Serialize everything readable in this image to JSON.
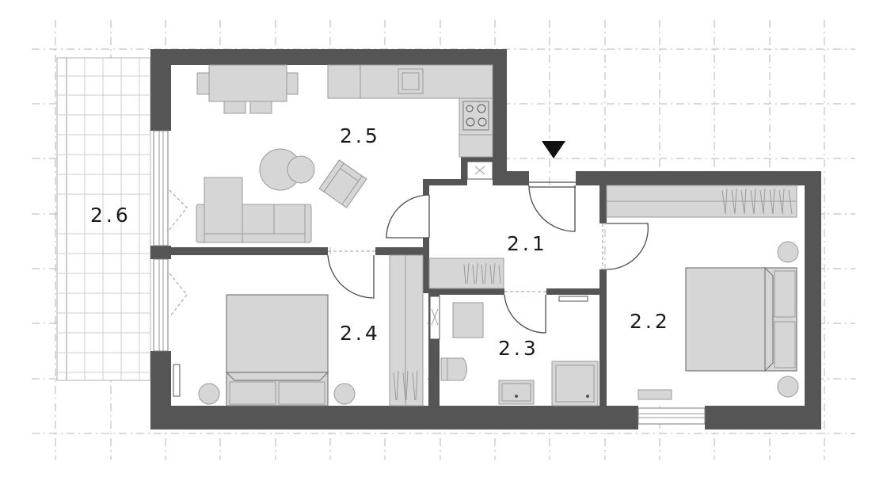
{
  "rooms": [
    {
      "id": "2.1",
      "label": "2.1"
    },
    {
      "id": "2.2",
      "label": "2.2"
    },
    {
      "id": "2.3",
      "label": "2.3"
    },
    {
      "id": "2.4",
      "label": "2.4"
    },
    {
      "id": "2.5",
      "label": "2.5"
    },
    {
      "id": "2.6",
      "label": "2.6"
    }
  ],
  "entrance_marker": "entrance-triangle-icon",
  "colors": {
    "wall": "#555555",
    "furniture": "#d6d6d6",
    "grid": "#b5b5b5",
    "background": "#ffffff"
  }
}
